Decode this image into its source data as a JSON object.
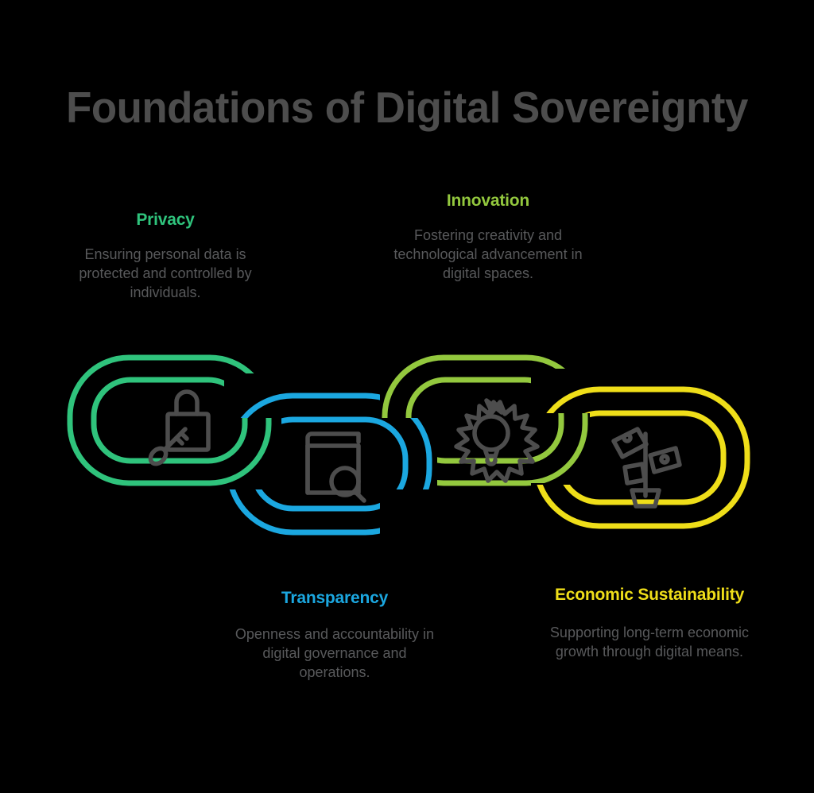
{
  "header": {
    "title": "Foundations of Digital Sovereignty",
    "title_color": "#4d4d4d"
  },
  "chart_data": {
    "type": "diagram",
    "diagram_style": "interlocking-chain-links",
    "title": "Foundations of Digital Sovereignty",
    "background": "#000000",
    "icon_color": "#4d4d4d",
    "description_color": "#58595b",
    "links": [
      {
        "id": "privacy",
        "title": "Privacy",
        "description": "Ensuring personal data is protected and controlled by individuals.",
        "color": "#2fc37c",
        "icon": "open-padlock-with-key-icon",
        "position": "top-row-1",
        "order": 1
      },
      {
        "id": "transparency",
        "title": "Transparency",
        "description": "Openness and accountability in digital governance and operations.",
        "color": "#1ba7e0",
        "icon": "document-magnifier-icon",
        "position": "bottom-row-1",
        "order": 2
      },
      {
        "id": "innovation",
        "title": "Innovation",
        "description": "Fostering creativity and technological advancement in digital spaces.",
        "color": "#93c83e",
        "icon": "gear-lightbulb-icon",
        "position": "top-row-2",
        "order": 3
      },
      {
        "id": "economic",
        "title": "Economic Sustainability",
        "description": "Supporting long-term economic growth through digital means.",
        "color": "#efde19",
        "icon": "money-plant-icon",
        "position": "bottom-row-2",
        "order": 4
      }
    ]
  }
}
